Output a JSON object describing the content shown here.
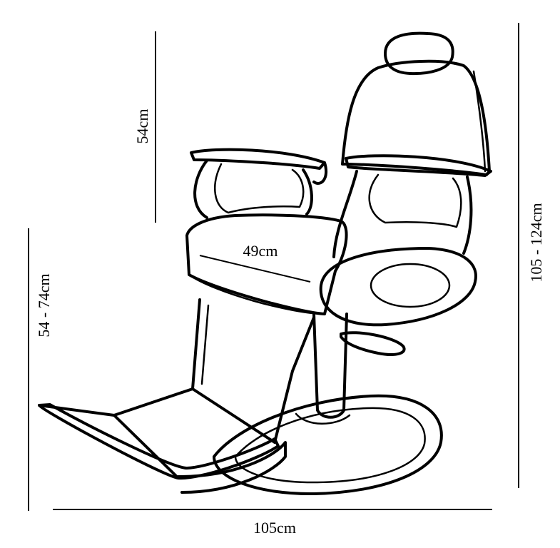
{
  "dimensions": {
    "backrest_height": "54cm",
    "seat_height": "54 - 74cm",
    "seat_depth": "49cm",
    "total_height": "105 - 124cm",
    "total_length": "105cm"
  },
  "colors": {
    "ink": "#000000",
    "background": "#ffffff"
  }
}
